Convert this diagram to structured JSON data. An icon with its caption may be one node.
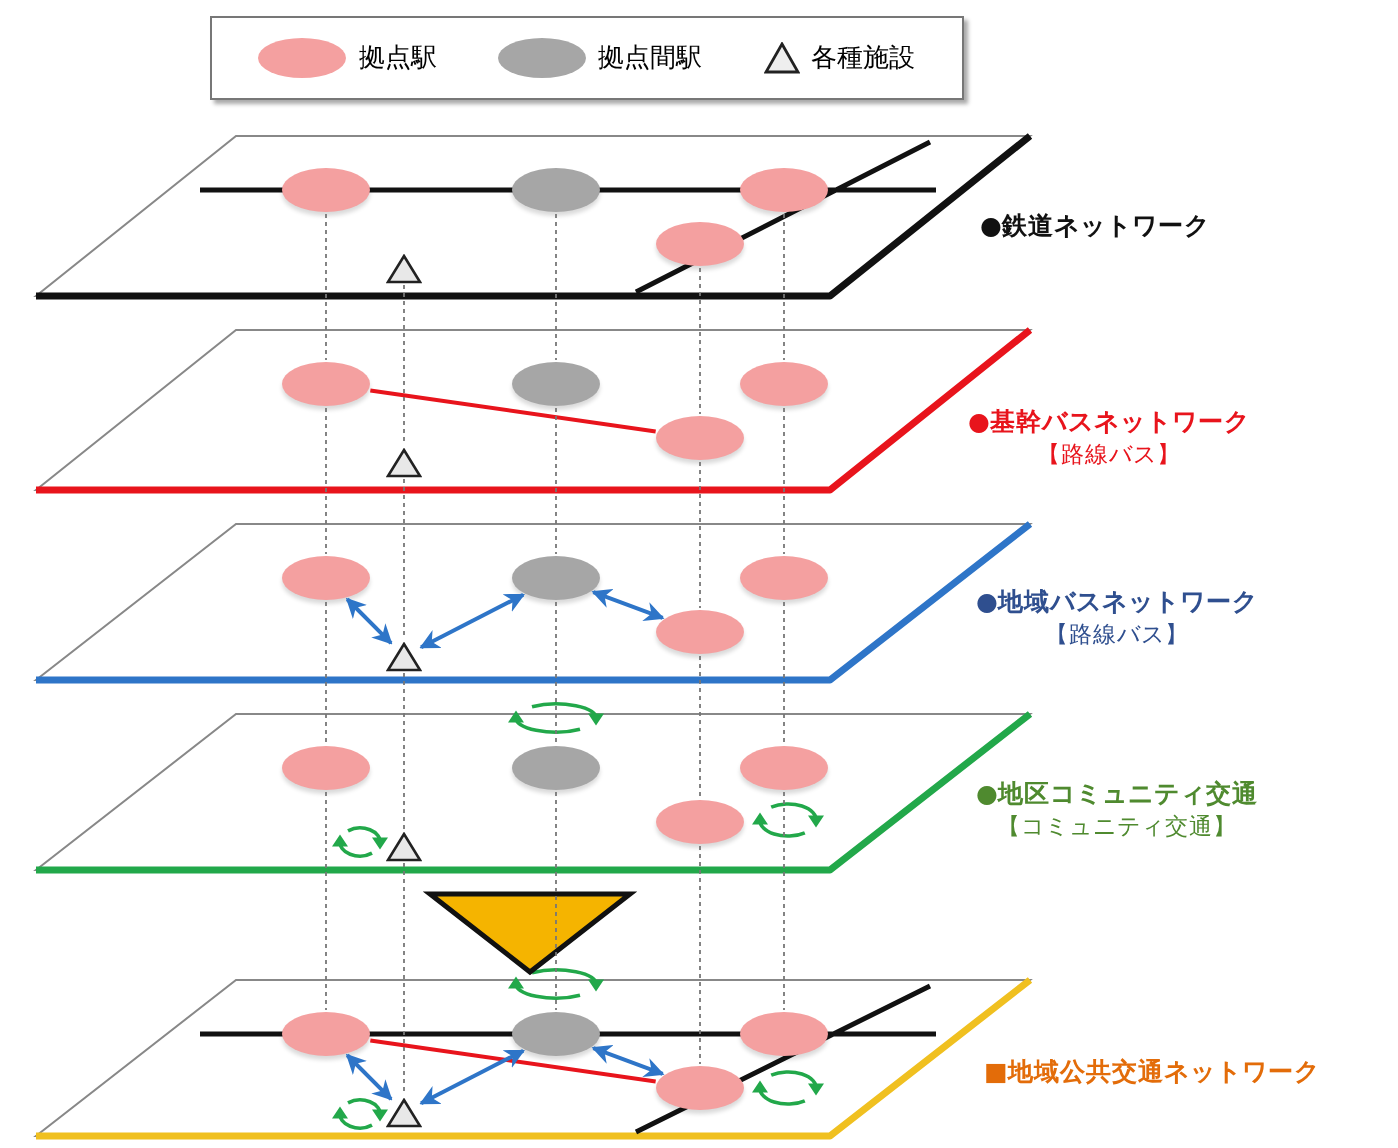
{
  "diagram": {
    "nodes": [
      {
        "text": [],
        "shape": "parallelogram",
        "beside": [
          "●鉄道ネットワーク"
        ]
      },
      {
        "text": [],
        "shape": "ellipse",
        "in": 0
      },
      {
        "text": [],
        "shape": "ellipse",
        "in": 0
      },
      {
        "text": [],
        "shape": "ellipse",
        "in": 0
      },
      {
        "text": [],
        "shape": "ellipse",
        "in": 0
      },
      {
        "text": [],
        "shape": "triangle",
        "in": 0
      },
      {
        "text": [],
        "shape": "parallelogram",
        "beside": [
          "●基幹バスネットワーク",
          "【路線バス】"
        ]
      },
      {
        "text": [],
        "shape": "ellipse",
        "in": 6
      },
      {
        "text": [],
        "shape": "ellipse",
        "in": 6
      },
      {
        "text": [],
        "shape": "ellipse",
        "in": 6
      },
      {
        "text": [],
        "shape": "ellipse",
        "in": 6
      },
      {
        "text": [],
        "shape": "triangle",
        "in": 6
      },
      {
        "text": [],
        "shape": "parallelogram",
        "beside": [
          "●地域バスネットワーク",
          "【路線バス】"
        ]
      },
      {
        "text": [],
        "shape": "ellipse",
        "in": 12
      },
      {
        "text": [],
        "shape": "ellipse",
        "in": 12
      },
      {
        "text": [],
        "shape": "ellipse",
        "in": 12
      },
      {
        "text": [],
        "shape": "ellipse",
        "in": 12
      },
      {
        "text": [],
        "shape": "triangle",
        "in": 12
      },
      {
        "text": [],
        "shape": "parallelogram",
        "beside": [
          "●地区コミュニティ交通",
          "【コミュニティ交通】"
        ]
      },
      {
        "text": [],
        "shape": "ellipse",
        "in": 18
      },
      {
        "text": [],
        "shape": "ellipse",
        "in": 18
      },
      {
        "text": [],
        "shape": "ellipse",
        "in": 18
      },
      {
        "text": [],
        "shape": "ellipse",
        "in": 18
      },
      {
        "text": [],
        "shape": "triangle",
        "in": 18
      },
      {
        "text": [],
        "shape": "parallelogram",
        "beside": [
          "■地域公共交通ネットワーク"
        ]
      },
      {
        "text": [],
        "shape": "ellipse",
        "in": 24
      },
      {
        "text": [],
        "shape": "ellipse",
        "in": 24
      },
      {
        "text": [],
        "shape": "ellipse",
        "in": 24
      },
      {
        "text": [],
        "shape": "ellipse",
        "in": 24
      },
      {
        "text": [],
        "shape": "triangle",
        "in": 24
      }
    ],
    "edges": [
      {
        "from": 7,
        "to": 10,
        "arrow": "none",
        "color": "#e8141c"
      },
      {
        "from": 13,
        "to": 17,
        "arrow": "both"
      },
      {
        "from": 17,
        "to": 14,
        "arrow": "both"
      },
      {
        "from": 14,
        "to": 16,
        "arrow": "both"
      },
      {
        "from": 18,
        "to": 24,
        "arrow": "to",
        "style": "thick",
        "color": "#f5b400"
      },
      {
        "from": 25,
        "to": 28,
        "arrow": "none",
        "color": "#e8141c"
      },
      {
        "from": 25,
        "to": 29,
        "arrow": "both"
      },
      {
        "from": 29,
        "to": 26,
        "arrow": "both"
      },
      {
        "from": 26,
        "to": 28,
        "arrow": "both"
      },
      {
        "from": 1,
        "to": 7,
        "arrow": "none",
        "style": "dashed",
        "color": "#777777"
      },
      {
        "from": 7,
        "to": 13,
        "arrow": "none",
        "style": "dashed",
        "color": "#777777"
      },
      {
        "from": 13,
        "to": 19,
        "arrow": "none",
        "style": "dashed",
        "color": "#777777"
      },
      {
        "from": 19,
        "to": 25,
        "arrow": "none",
        "style": "dashed",
        "color": "#777777"
      },
      {
        "from": 5,
        "to": 11,
        "arrow": "none",
        "style": "dashed",
        "color": "#777777"
      },
      {
        "from": 11,
        "to": 17,
        "arrow": "none",
        "style": "dashed",
        "color": "#777777"
      },
      {
        "from": 17,
        "to": 23,
        "arrow": "none",
        "style": "dashed",
        "color": "#777777"
      },
      {
        "from": 23,
        "to": 29,
        "arrow": "none",
        "style": "dashed",
        "color": "#777777"
      },
      {
        "from": 2,
        "to": 8,
        "arrow": "none",
        "style": "dashed",
        "color": "#777777"
      },
      {
        "from": 8,
        "to": 14,
        "arrow": "none",
        "style": "dashed",
        "color": "#777777"
      },
      {
        "from": 14,
        "to": 20,
        "arrow": "none",
        "style": "dashed",
        "color": "#777777"
      },
      {
        "from": 20,
        "to": 26,
        "arrow": "none",
        "style": "dashed",
        "color": "#777777"
      },
      {
        "from": 4,
        "to": 10,
        "arrow": "none",
        "style": "dashed",
        "color": "#777777"
      },
      {
        "from": 10,
        "to": 16,
        "arrow": "none",
        "style": "dashed",
        "color": "#777777"
      },
      {
        "from": 16,
        "to": 22,
        "arrow": "none",
        "style": "dashed",
        "color": "#777777"
      },
      {
        "from": 22,
        "to": 28,
        "arrow": "none",
        "style": "dashed",
        "color": "#777777"
      },
      {
        "from": 3,
        "to": 9,
        "arrow": "none",
        "style": "dashed",
        "color": "#777777"
      },
      {
        "from": 9,
        "to": 15,
        "arrow": "none",
        "style": "dashed",
        "color": "#777777"
      },
      {
        "from": 15,
        "to": 21,
        "arrow": "none",
        "style": "dashed",
        "color": "#777777"
      },
      {
        "from": 21,
        "to": 27,
        "arrow": "none",
        "style": "dashed",
        "color": "#777777"
      }
    ],
    "legend": [
      {
        "text": "拠点駅",
        "color": "#f4a0a0"
      },
      {
        "text": "拠点間駅",
        "color": "#a6a6a6"
      },
      {
        "text": "各種施設"
      }
    ]
  }
}
